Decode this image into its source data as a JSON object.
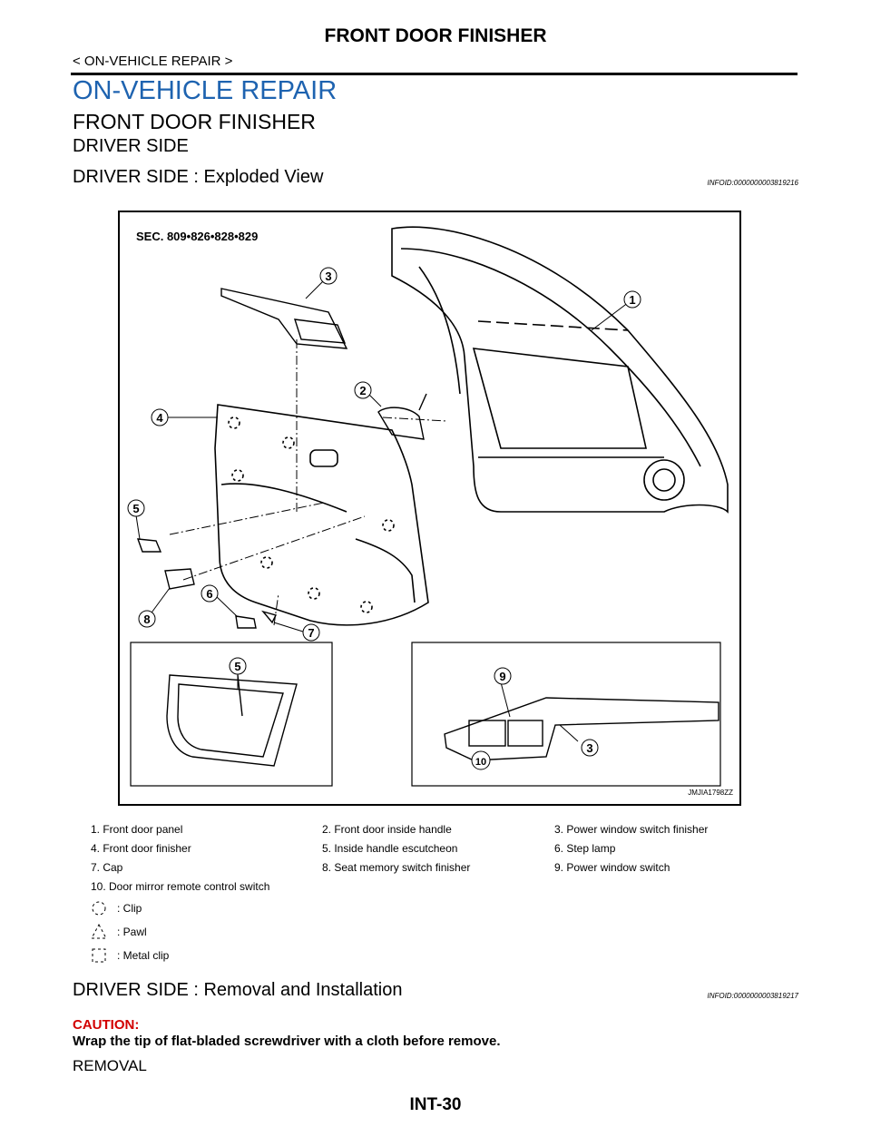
{
  "header": {
    "title": "FRONT DOOR FINISHER",
    "breadcrumb": "< ON-VEHICLE REPAIR >"
  },
  "section_title": "ON-VEHICLE REPAIR",
  "headings": {
    "finisher": "FRONT DOOR FINISHER",
    "driver_side": "DRIVER SIDE",
    "exploded": "DRIVER SIDE  : Exploded View",
    "exploded_id": "INFOID:0000000003819216",
    "removal_installation": "DRIVER SIDE  : Removal and Installation",
    "removal_installation_id": "INFOID:0000000003819217"
  },
  "figure": {
    "sec_label": "SEC. 809•826•828•829",
    "code": "JMJIA1798ZZ",
    "callouts": [
      "1",
      "2",
      "3",
      "4",
      "5",
      "6",
      "7",
      "8",
      "5",
      "9",
      "10",
      "3"
    ]
  },
  "legend": {
    "items": [
      [
        "1.  Front door panel",
        "2.  Front door inside handle",
        "3.  Power window switch finisher"
      ],
      [
        "4.  Front door finisher",
        "5.  Inside handle escutcheon",
        "6.  Step lamp"
      ],
      [
        "7.  Cap",
        "8.  Seat memory switch finisher",
        "9.  Power window switch"
      ],
      [
        "10.  Door mirror remote control switch",
        "",
        ""
      ]
    ],
    "symbols": [
      ": Clip",
      ": Pawl",
      ": Metal clip"
    ]
  },
  "caution": {
    "label": "CAUTION:",
    "text": "Wrap the tip of flat-bladed screwdriver with a cloth before remove."
  },
  "removal_heading": "REMOVAL",
  "page_number": "INT-30",
  "colors": {
    "section_title": "#1e63b0",
    "caution": "#d20000"
  }
}
